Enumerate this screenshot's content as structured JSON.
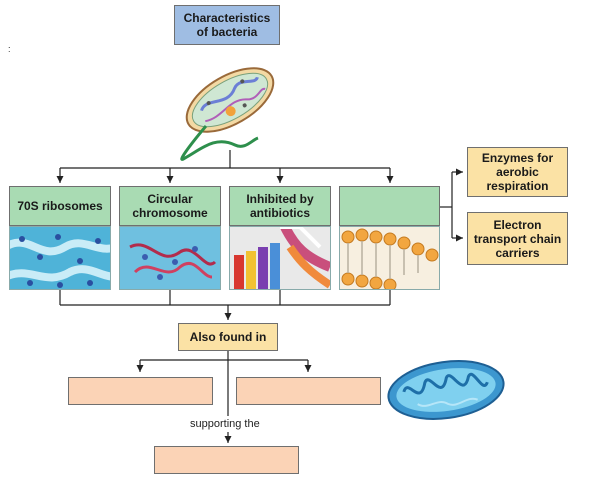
{
  "title_box": "Characteristics of bacteria",
  "stray_mark": ":",
  "categories": [
    {
      "label": "70S ribosomes",
      "image": "ribosomes-illustration"
    },
    {
      "label": "Circular chromosome",
      "image": "chromosome-illustration"
    },
    {
      "label": "Inhibited by antibiotics",
      "image": "antibiotics-illustration"
    },
    {
      "label": "",
      "image": "membrane-illustration"
    }
  ],
  "side_boxes": [
    "Enzymes for aerobic respiration",
    "Electron transport chain carriers"
  ],
  "also_found_in": "Also found in",
  "blank_boxes": [
    "",
    ""
  ],
  "supporting_text": "supporting the",
  "final_box": "",
  "images": {
    "bacterium": "bacterium-illustration",
    "mitochondrion": "mitochondrion-illustration"
  },
  "colors": {
    "title_fill": "#9fbde3",
    "category_fill": "#a9dbb3",
    "side_fill": "#fbe2a5",
    "answer_fill": "#fbd3b6"
  }
}
